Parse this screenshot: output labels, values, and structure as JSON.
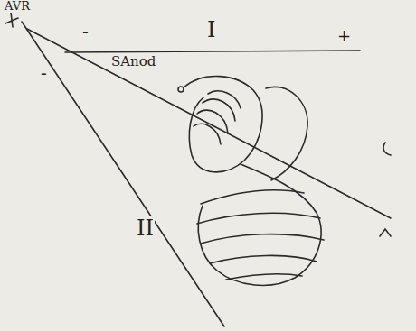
{
  "diagram": {
    "labels": [
      "AVR",
      "-",
      "I",
      "+",
      "-",
      "SAnod",
      "II"
    ]
  }
}
